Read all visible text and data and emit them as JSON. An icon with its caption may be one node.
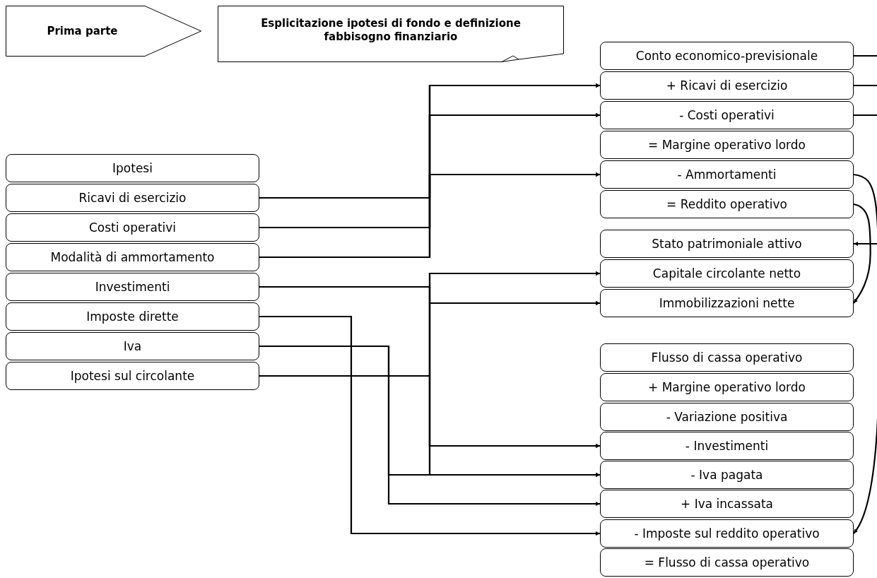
{
  "diagram": {
    "nodes": [
      {
        "text": [
          "Prima parte"
        ]
      },
      {
        "text": [
          "Esplicitazione ipotesi di fondo e definizione fabbisogno finanziario"
        ]
      },
      {
        "text": [
          "Ipotesi"
        ]
      },
      {
        "text": [
          "Ricavi di esercizio"
        ]
      },
      {
        "text": [
          "Costi operativi"
        ]
      },
      {
        "text": [
          "Modalità di ammortamento"
        ]
      },
      {
        "text": [
          "Investimenti"
        ]
      },
      {
        "text": [
          "Imposte dirette"
        ]
      },
      {
        "text": [
          "Iva"
        ]
      },
      {
        "text": [
          "Ipotesi sul circolante"
        ]
      },
      {
        "text": [
          "Conto economico-previsionale"
        ]
      },
      {
        "text": [
          "+ Ricavi di esercizio"
        ]
      },
      {
        "text": [
          "- Costi operativi"
        ]
      },
      {
        "text": [
          "= Margine operativo lordo"
        ]
      },
      {
        "text": [
          "- Ammortamenti"
        ]
      },
      {
        "text": [
          "= Reddito operativo"
        ]
      },
      {
        "text": [
          "Stato patrimoniale attivo"
        ]
      },
      {
        "text": [
          "Capitale circolante netto"
        ]
      },
      {
        "text": [
          "Immobilizzazioni nette"
        ]
      },
      {
        "text": [
          "Flusso di cassa operativo"
        ]
      },
      {
        "text": [
          "+ Margine operativo lordo"
        ]
      },
      {
        "text": [
          "- Variazione positiva"
        ]
      },
      {
        "text": [
          "- Investimenti"
        ]
      },
      {
        "text": [
          "- Iva pagata"
        ]
      },
      {
        "text": [
          "+ Iva incassata"
        ]
      },
      {
        "text": [
          "- Imposte sul reddito operativo"
        ]
      },
      {
        "text": [
          "= Flusso di cassa operativo"
        ]
      }
    ],
    "edges": [
      {
        "from": 3,
        "to": 11,
        "arrow": "to"
      },
      {
        "from": 3,
        "to": 12,
        "arrow": "to"
      },
      {
        "from": 3,
        "to": 14,
        "arrow": "to"
      },
      {
        "from": 4,
        "to": 11,
        "arrow": "to"
      },
      {
        "from": 4,
        "to": 12,
        "arrow": "to"
      },
      {
        "from": 4,
        "to": 14,
        "arrow": "to"
      },
      {
        "from": 5,
        "to": 11,
        "arrow": "to"
      },
      {
        "from": 5,
        "to": 12,
        "arrow": "to"
      },
      {
        "from": 5,
        "to": 14,
        "arrow": "to"
      },
      {
        "from": 6,
        "to": 17,
        "arrow": "to"
      },
      {
        "from": 6,
        "to": 18,
        "arrow": "to"
      },
      {
        "from": 6,
        "to": 22,
        "arrow": "to"
      },
      {
        "from": 6,
        "to": 23,
        "arrow": "to"
      },
      {
        "from": 9,
        "to": 17,
        "arrow": "to"
      },
      {
        "from": 9,
        "to": 18,
        "arrow": "to"
      },
      {
        "from": 9,
        "to": 22,
        "arrow": "to"
      },
      {
        "from": 9,
        "to": 23,
        "arrow": "to"
      },
      {
        "from": 8,
        "to": 23,
        "arrow": "to"
      },
      {
        "from": 8,
        "to": 24,
        "arrow": "to"
      },
      {
        "from": 7,
        "to": 25,
        "arrow": "to"
      },
      {
        "from": 10,
        "to": null,
        "arrow": "none"
      },
      {
        "from": 11,
        "to": null,
        "arrow": "none"
      },
      {
        "from": 12,
        "to": null,
        "arrow": "none"
      },
      {
        "from": null,
        "to": 16,
        "arrow": "to"
      },
      {
        "from": 14,
        "to": 25,
        "arrow": "to"
      },
      {
        "from": 15,
        "to": 18,
        "arrow": "to"
      }
    ]
  }
}
